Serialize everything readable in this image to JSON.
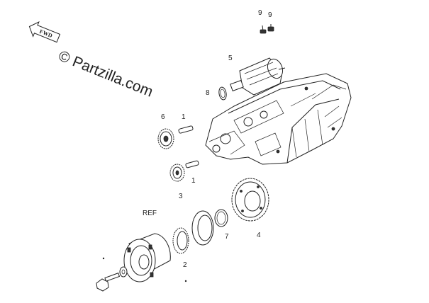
{
  "watermark": "© Partzilla.com",
  "direction_badge": "FWD",
  "callouts": {
    "c1a": "1",
    "c1b": "1",
    "c2": "2",
    "c3": "3",
    "c4": "4",
    "c5": "5",
    "c6": "6",
    "c7": "7",
    "c8": "8",
    "c9a": "9",
    "c9b": "9",
    "ref": "REF"
  }
}
